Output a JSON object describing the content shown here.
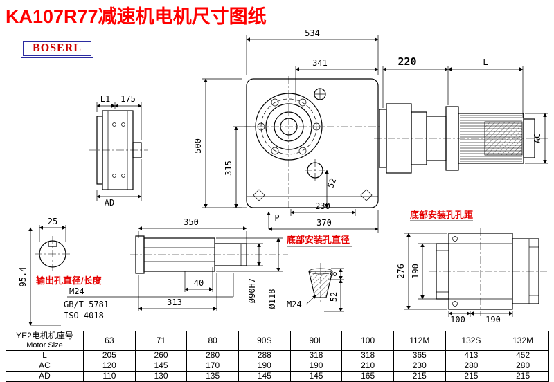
{
  "page": {
    "title": "KA107R77减速机电机尺寸图纸",
    "logo_text": "BOSERL"
  },
  "colors": {
    "title_red": "#FF0000",
    "label_red": "#E60000",
    "logo_text_red": "#CC0000",
    "logo_border_blue": "#2B2BA0"
  },
  "labels": {
    "output_hole": "输出孔直径/长度",
    "bottom_hole_dia": "底部安装孔直径",
    "bottom_hole_pitch": "底部安装孔孔距"
  },
  "dims": {
    "w534": "534",
    "w341": "341",
    "w220": "220",
    "L": "L",
    "h500": "500",
    "h315": "315",
    "d52": "52",
    "w230": "230",
    "w370": "370",
    "P": "P",
    "AC": "AC",
    "L1": "L1",
    "w175": "175",
    "AD": "AD",
    "w25": "25",
    "h954": "95.4",
    "w350": "350",
    "w40": "40",
    "w313": "313",
    "d90": "Ø90H7",
    "d118": "Ø118",
    "m24_shaft": "M24",
    "gb": "GB/T 5781",
    "iso": "ISO 4018",
    "h8": "8",
    "h52": "52",
    "m24_hole": "M24",
    "h276": "276",
    "h190": "190",
    "w100": "100",
    "w190": "190"
  },
  "table": {
    "header_cn": "YE2电机机座号",
    "header_en": "Motor Size",
    "sizes": [
      "63",
      "71",
      "80",
      "90S",
      "90L",
      "100",
      "112M",
      "132S",
      "132M"
    ],
    "rows": [
      {
        "label": "L",
        "values": [
          "205",
          "260",
          "280",
          "288",
          "318",
          "318",
          "365",
          "413",
          "452"
        ]
      },
      {
        "label": "AC",
        "values": [
          "120",
          "145",
          "170",
          "190",
          "190",
          "210",
          "230",
          "280",
          "280"
        ]
      },
      {
        "label": "AD",
        "values": [
          "110",
          "130",
          "135",
          "145",
          "145",
          "165",
          "215",
          "215",
          "215"
        ]
      }
    ]
  }
}
